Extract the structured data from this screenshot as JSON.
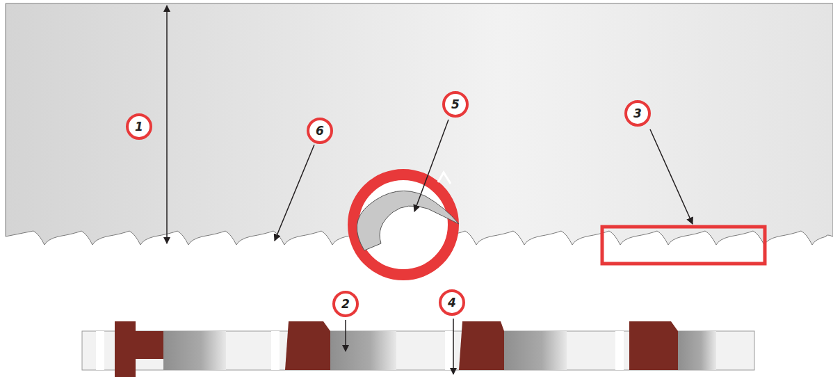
{
  "diagram": {
    "labels": [
      "1",
      "6",
      "5",
      "3",
      "2",
      "4"
    ]
  }
}
